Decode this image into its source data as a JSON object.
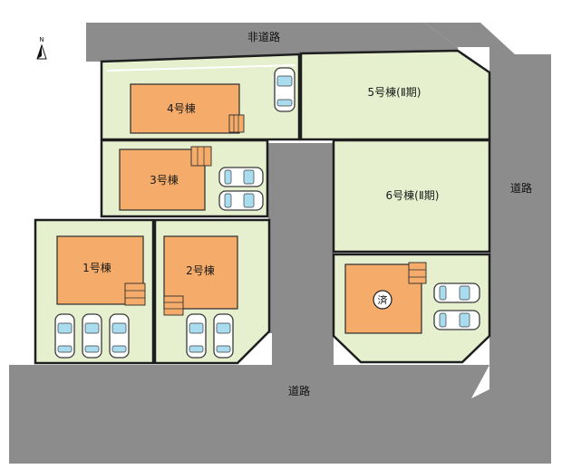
{
  "roads": {
    "north": "非道路",
    "east": "道路",
    "south": "道路"
  },
  "compass": {
    "label": "N"
  },
  "lots": {
    "lot4": {
      "label": "4号棟"
    },
    "lot5": {
      "label": "5号棟(Ⅱ期)"
    },
    "lot3": {
      "label": "3号棟"
    },
    "lot6": {
      "label": "6号棟(Ⅱ期)"
    },
    "lot1": {
      "label": "1号棟"
    },
    "lot2": {
      "label": "2号棟"
    },
    "lot7": {
      "badge": "済"
    }
  },
  "colors": {
    "road": "#8c8c8c",
    "lot_fill": "#e6f0cf",
    "building": "#f5ac6b",
    "car_glass": "#a9dcef"
  }
}
